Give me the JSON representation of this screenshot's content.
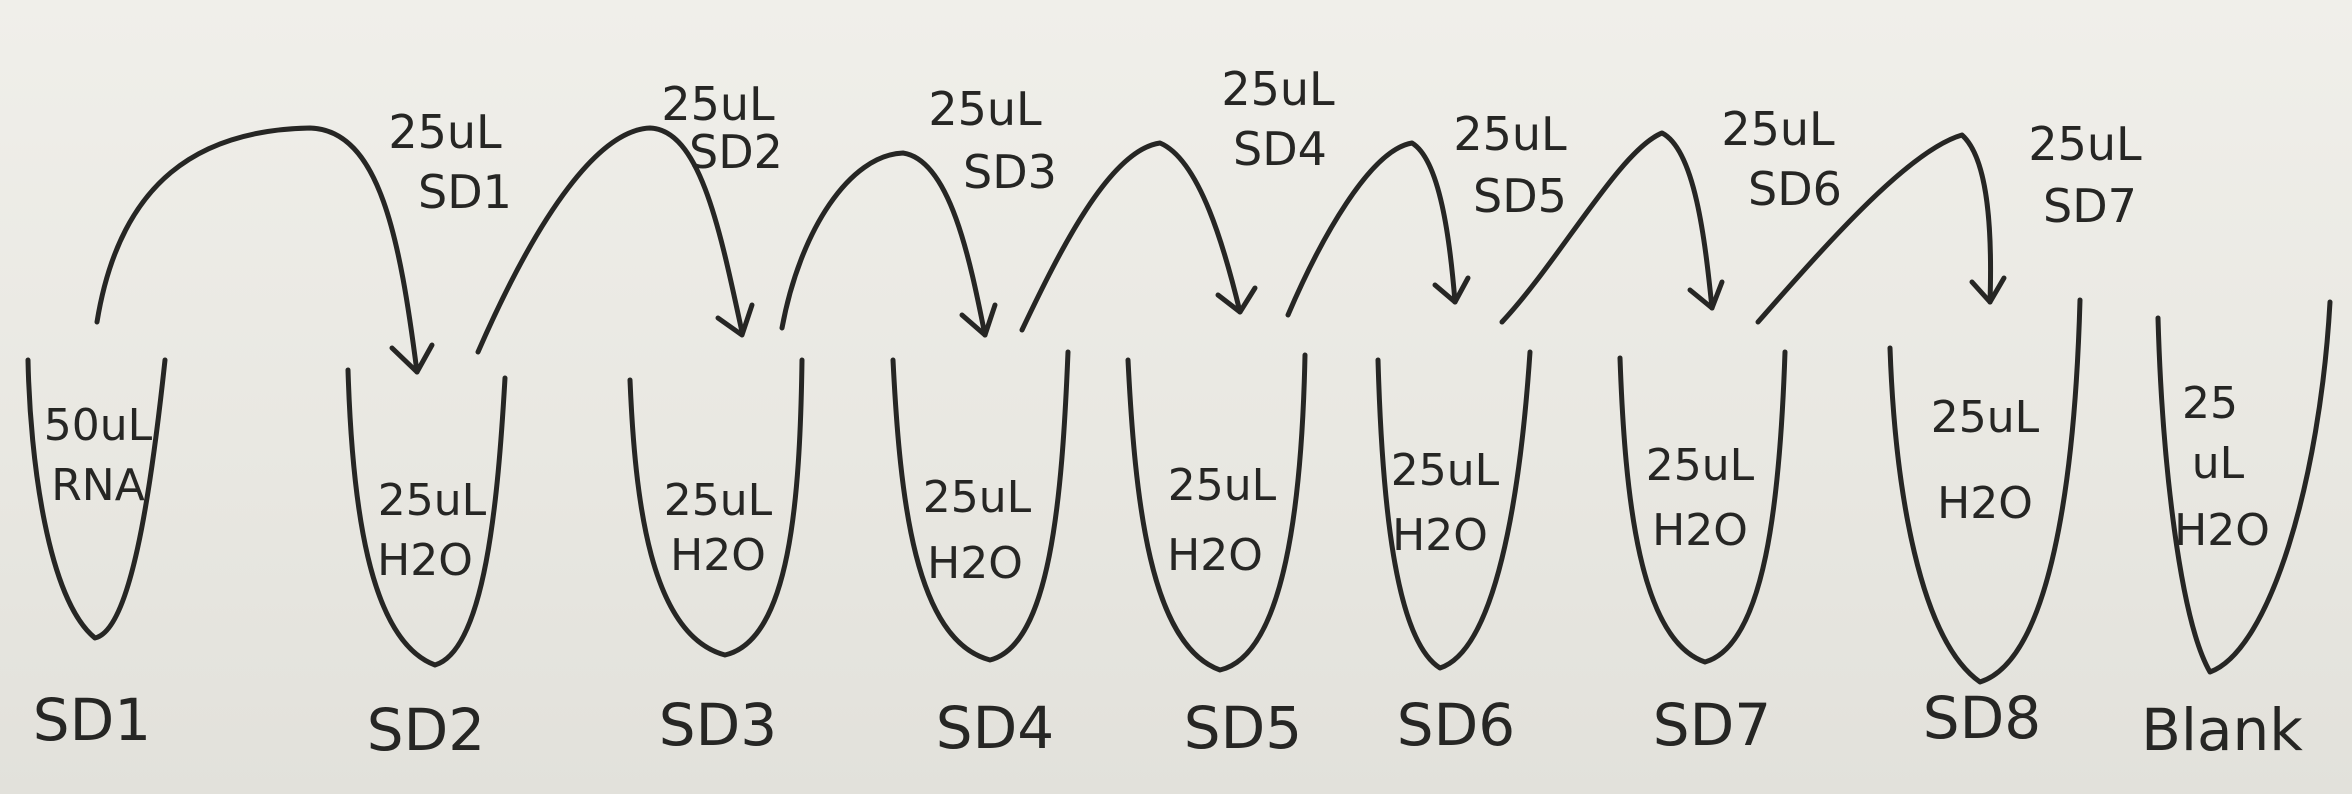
{
  "tubes": [
    {
      "id": "sd1",
      "label": "SD1",
      "contents": [
        "50uL",
        "RNA"
      ]
    },
    {
      "id": "sd2",
      "label": "SD2",
      "contents": [
        "25uL",
        "H2O"
      ]
    },
    {
      "id": "sd3",
      "label": "SD3",
      "contents": [
        "25uL",
        "H2O"
      ]
    },
    {
      "id": "sd4",
      "label": "SD4",
      "contents": [
        "25uL",
        "H2O"
      ]
    },
    {
      "id": "sd5",
      "label": "SD5",
      "contents": [
        "25uL",
        "H2O"
      ]
    },
    {
      "id": "sd6",
      "label": "SD6",
      "contents": [
        "25uL",
        "H2O"
      ]
    },
    {
      "id": "sd7",
      "label": "SD7",
      "contents": [
        "25uL",
        "H2O"
      ]
    },
    {
      "id": "sd8",
      "label": "SD8",
      "contents": [
        "25uL",
        "H2O"
      ]
    },
    {
      "id": "blank",
      "label": "Blank",
      "contents": [
        "25",
        "uL",
        "H2O"
      ]
    }
  ],
  "transfers": [
    {
      "from": "SD1",
      "to": "SD2",
      "volume": "25uL",
      "source": "SD1"
    },
    {
      "from": "SD2",
      "to": "SD3",
      "volume": "25uL",
      "source": "SD2"
    },
    {
      "from": "SD3",
      "to": "SD4",
      "volume": "25uL",
      "source": "SD3"
    },
    {
      "from": "SD4",
      "to": "SD5",
      "volume": "25uL",
      "source": "SD4"
    },
    {
      "from": "SD5",
      "to": "SD6",
      "volume": "25uL",
      "source": "SD5"
    },
    {
      "from": "SD6",
      "to": "SD7",
      "volume": "25uL",
      "source": "SD6"
    },
    {
      "from": "SD7",
      "to": "SD8",
      "volume": "25uL",
      "source": "SD7"
    }
  ],
  "colors": {
    "ink": "#262624",
    "paper": "#eeede8"
  }
}
